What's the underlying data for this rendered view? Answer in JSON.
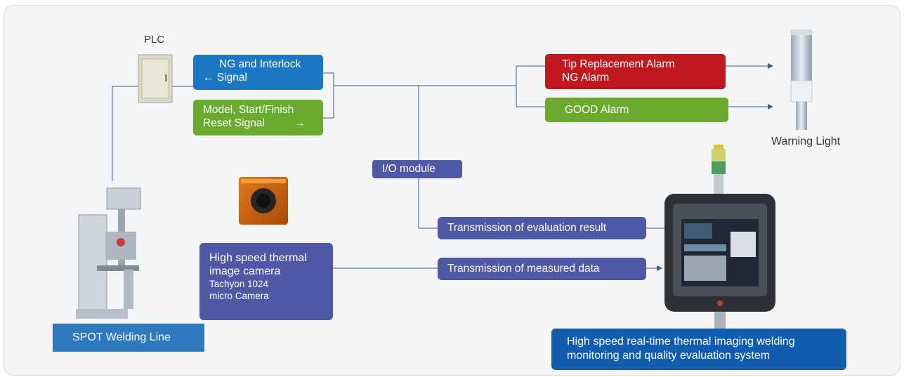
{
  "labels": {
    "plc": "PLC",
    "warning_light": "Warning Light"
  },
  "boxes": {
    "ng_signal": {
      "line1": "NG and Interlock",
      "line2": "← Signal"
    },
    "model_signal": {
      "line1": "Model, Start/Finish",
      "line2": "Reset Signal",
      "arrow": "→"
    },
    "tip_alarm": {
      "line1": "Tip Replacement Alarm",
      "line2": "NG Alarm"
    },
    "good_alarm": "GOOD Alarm",
    "io_module": "I/O  module",
    "eval_result": "Transmission of evaluation result",
    "measured_data": "Transmission of measured data",
    "camera": {
      "line1": "High speed thermal",
      "line2": "image camera",
      "line3": "Tachyon 1024",
      "line4": "micro Camera"
    },
    "spot_welding": "SPOT Welding Line",
    "system": {
      "line1": "High speed real-time thermal imaging welding",
      "line2": "monitoring and quality evaluation system"
    }
  },
  "colors": {
    "blue": "#1c77c3",
    "green": "#6aaa2f",
    "red": "#c0181f",
    "indigo": "#4f58a4",
    "dark_blue": "#115cad",
    "wire": "#3a5d8a"
  }
}
